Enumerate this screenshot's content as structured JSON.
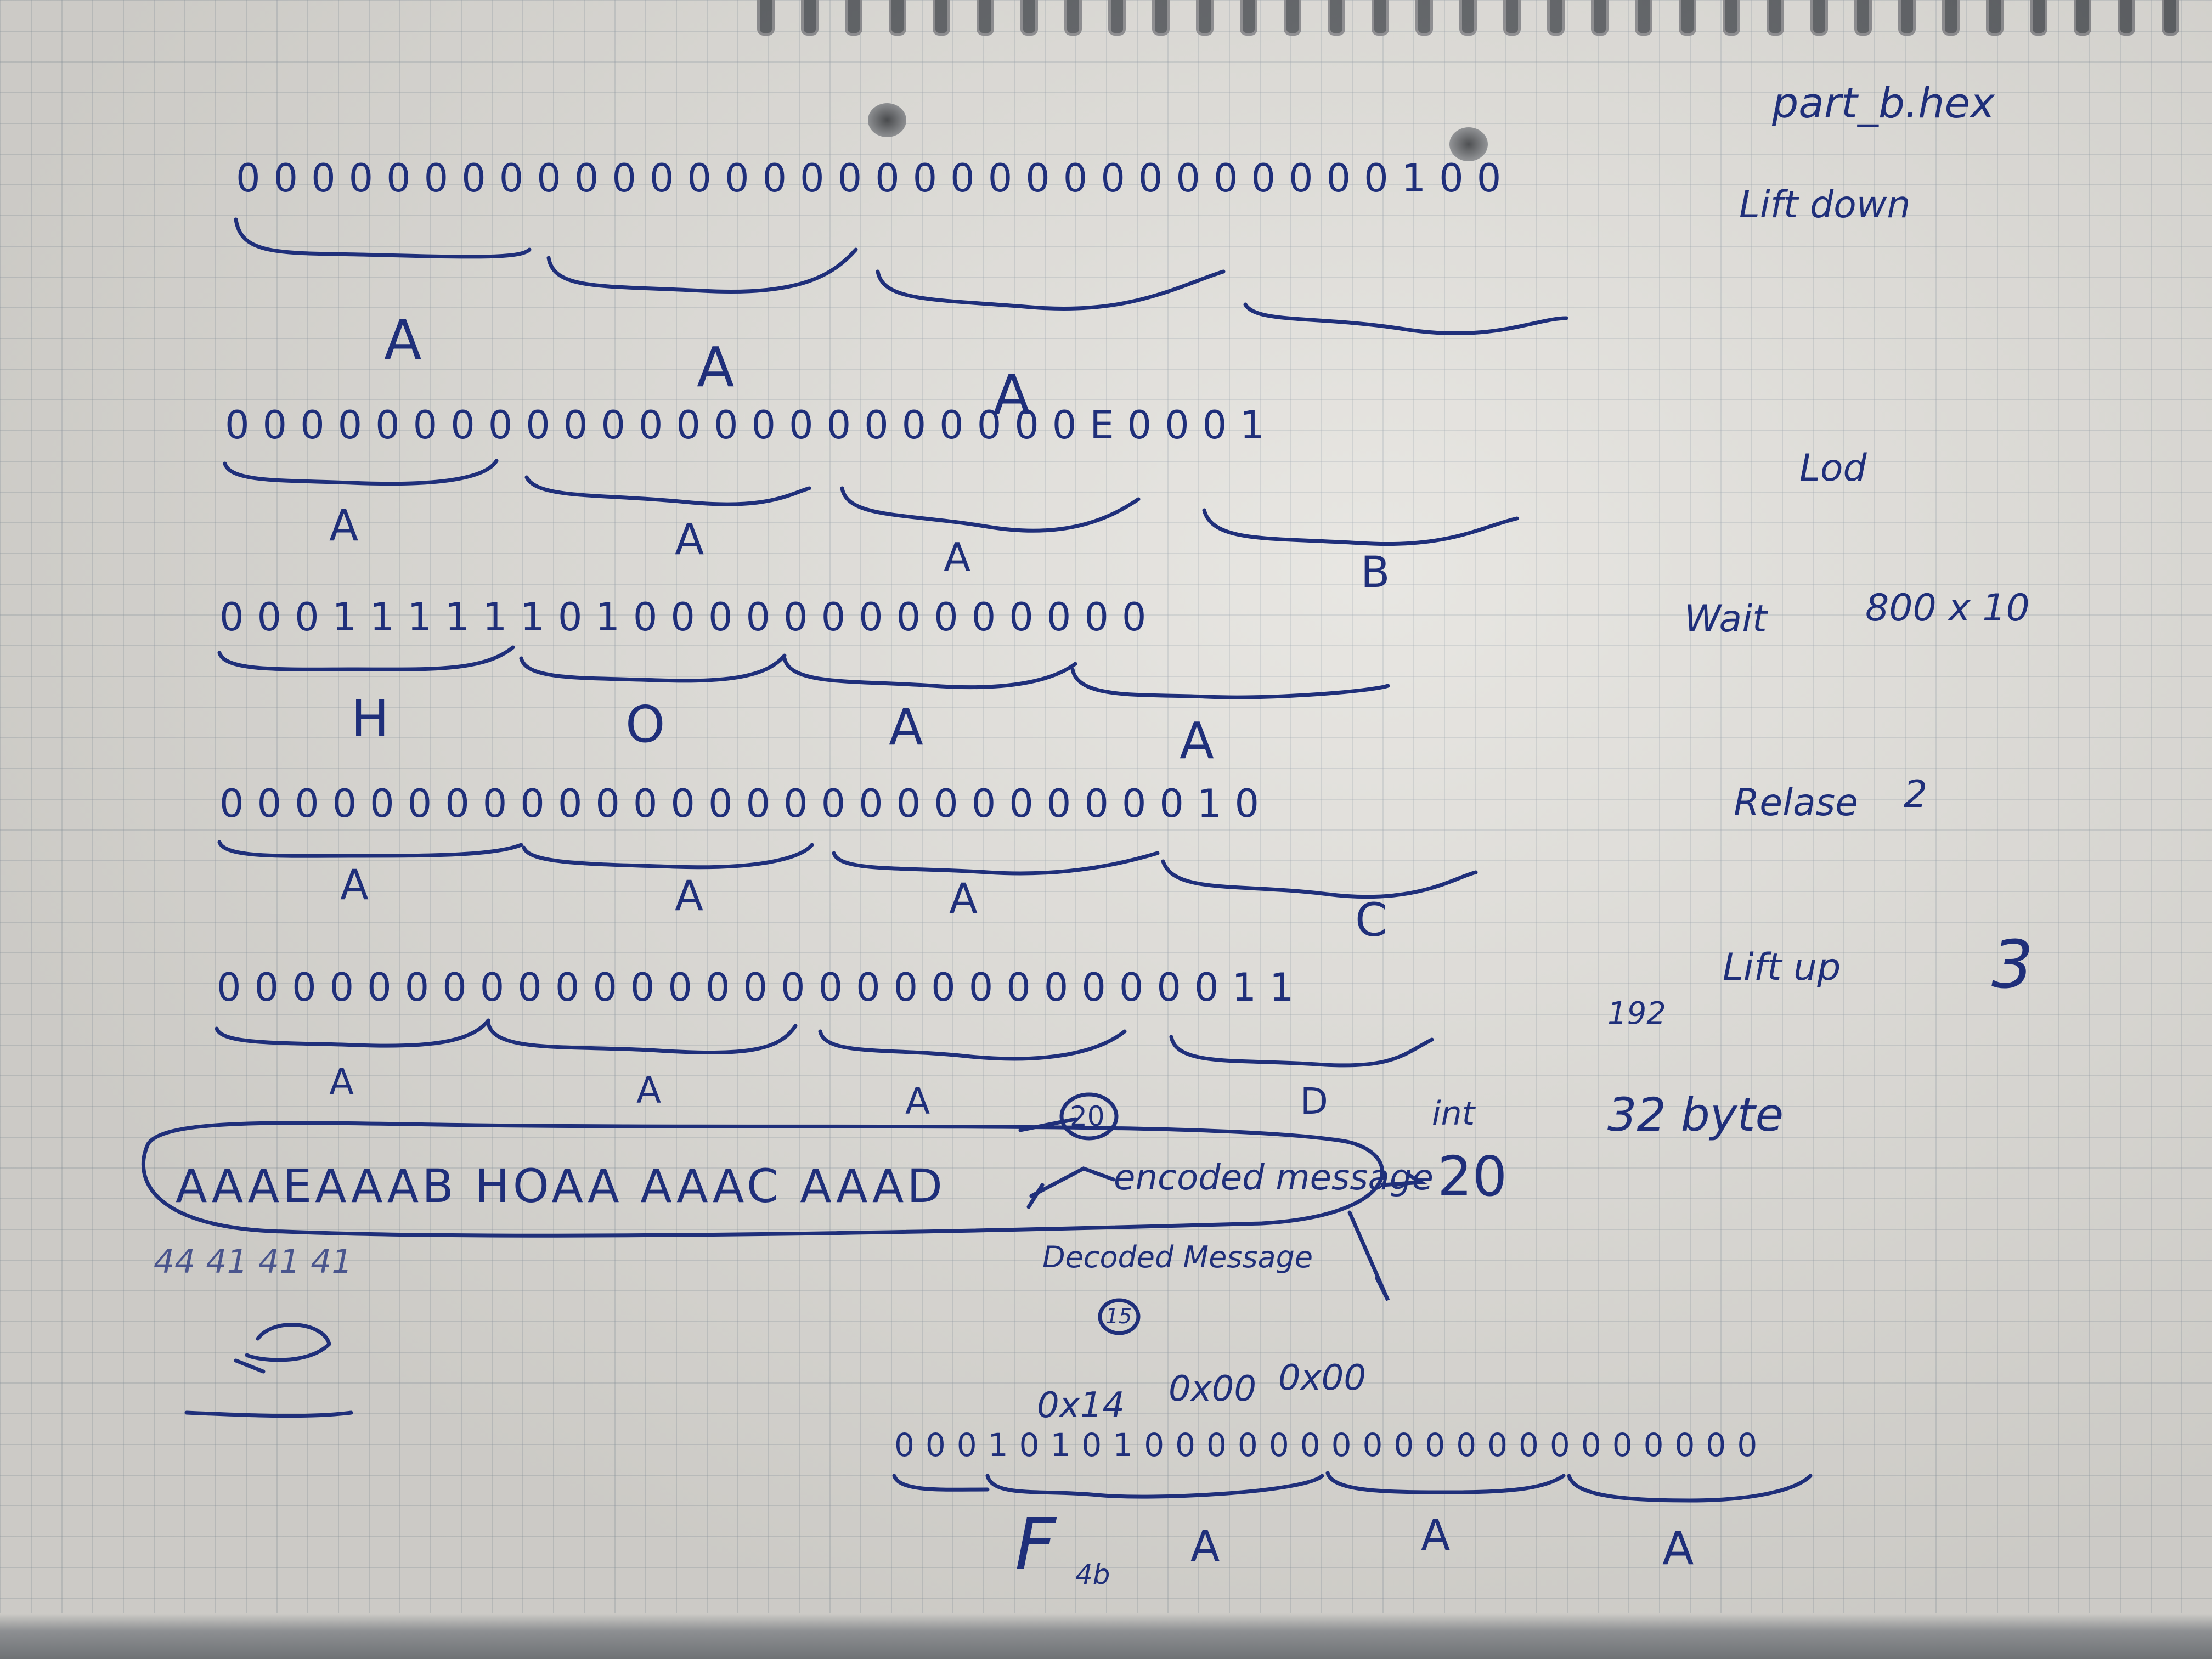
{
  "title_note": "part_b.hex",
  "rows": [
    {
      "bits": "0000000000000000000000000000000100",
      "groups": [
        "A",
        "A",
        "A",
        ""
      ],
      "command": "Lift down",
      "value": ""
    },
    {
      "bits": "00000000000000000000000E0001",
      "groups": [
        "A",
        "A",
        "A",
        "B"
      ],
      "command": "Lod",
      "value": ""
    },
    {
      "bits": "0001111110100000000000000",
      "groups": [
        "H",
        "O",
        "A",
        "A"
      ],
      "command": "Wait",
      "value": "800 x 10"
    },
    {
      "bits": "0000000000000000000000000010",
      "groups": [
        "A",
        "A",
        "A",
        "C"
      ],
      "command": "Relase",
      "value": "2"
    },
    {
      "bits": "00000000000000000000000000011",
      "groups": [
        "A",
        "A",
        "A",
        "D"
      ],
      "command": "Lift up",
      "value": "3"
    }
  ],
  "loop_message": "AAAEAAAB HOAA AAAC AAAD",
  "encoded_label": "encoded message",
  "int_label": "int",
  "int_value": "20",
  "circled_value": "20",
  "decoded_label": "Decoded Message",
  "decoded_circle": "15",
  "bytes_note": "32 byte",
  "side_number": "192",
  "bottom_hex": [
    "0x14",
    "0x00",
    "0x00"
  ],
  "bottom_bits": "0001010100000000000000000000",
  "bottom_groups": [
    "F",
    "A",
    "A",
    "A"
  ],
  "bottom_sub": "4b",
  "scribble_digits": "44 41 41 41"
}
